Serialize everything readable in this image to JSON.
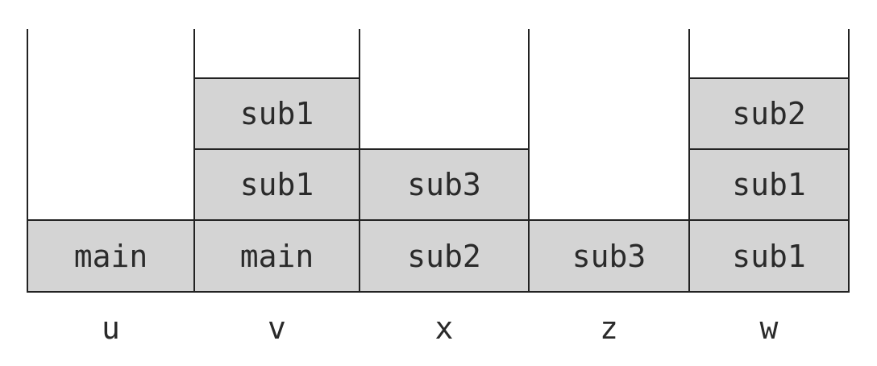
{
  "stacks": [
    {
      "label": "u",
      "frames": [
        "main"
      ]
    },
    {
      "label": "v",
      "frames": [
        "main",
        "sub1",
        "sub1"
      ]
    },
    {
      "label": "x",
      "frames": [
        "sub2",
        "sub3"
      ]
    },
    {
      "label": "z",
      "frames": [
        "sub3"
      ]
    },
    {
      "label": "w",
      "frames": [
        "sub1",
        "sub1",
        "sub2"
      ]
    }
  ],
  "colors": {
    "frame_fill": "#d4d4d4",
    "line": "#222222",
    "text": "#2a2a2a"
  }
}
